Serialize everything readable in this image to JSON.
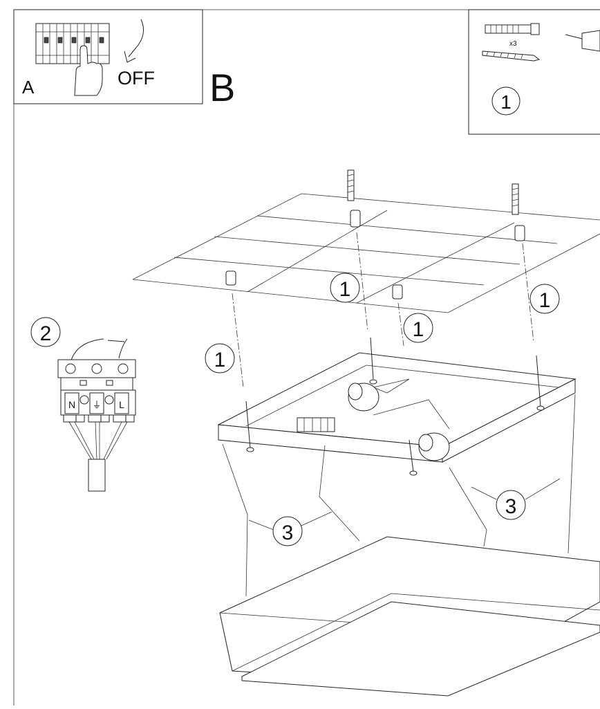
{
  "panel_a": {
    "letter": "A",
    "off_label": "OFF"
  },
  "panel_b": {
    "letter": "B"
  },
  "parts_box": {
    "quantity": "x3",
    "step_marker": "1"
  },
  "step_markers": {
    "anchor_left": "1",
    "anchor_center": "1",
    "anchor_center_lower": "1",
    "anchor_right": "1",
    "wiring": "2",
    "cable_left": "3",
    "cable_right": "3"
  },
  "terminal_labels": [
    "N",
    "⏚",
    "L"
  ],
  "colors": {
    "line": "#222222",
    "background": "#ffffff"
  }
}
